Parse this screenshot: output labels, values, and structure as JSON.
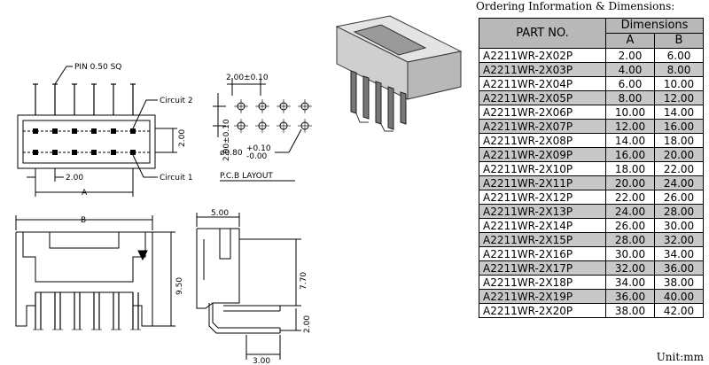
{
  "drawing": {
    "pin_label": "PIN 0.50 SQ",
    "circuit2_label": "Circuit 2",
    "circuit1_label": "Circuit 1",
    "pitch_x": "2.00",
    "pitch_side": "2.00",
    "label_a": "A",
    "label_b": "B",
    "pcb_pitch_h": "2.00±0.10",
    "pcb_pitch_v": "2.00±0.10",
    "hole_dia": "ø0.80",
    "hole_tol_plus": "+0.10",
    "hole_tol_minus": "-0.00",
    "pcb_layout_label": "P.C.B LAYOUT",
    "side_width": "5.00",
    "height_front": "9.50",
    "height_side": "7.70",
    "pin_pitch_side": "2.00",
    "foot_width": "3.00"
  },
  "ordering": {
    "title": "Ordering Information & Dimensions:",
    "col_part": "PART NO.",
    "col_dims": "Dimensions",
    "col_a": "A",
    "col_b": "B",
    "unit": "Unit:mm",
    "rows": [
      {
        "part": "A2211WR-2X02P",
        "a": "2.00",
        "b": "6.00"
      },
      {
        "part": "A2211WR-2X03P",
        "a": "4.00",
        "b": "8.00"
      },
      {
        "part": "A2211WR-2X04P",
        "a": "6.00",
        "b": "10.00"
      },
      {
        "part": "A2211WR-2X05P",
        "a": "8.00",
        "b": "12.00"
      },
      {
        "part": "A2211WR-2X06P",
        "a": "10.00",
        "b": "14.00"
      },
      {
        "part": "A2211WR-2X07P",
        "a": "12.00",
        "b": "16.00"
      },
      {
        "part": "A2211WR-2X08P",
        "a": "14.00",
        "b": "18.00"
      },
      {
        "part": "A2211WR-2X09P",
        "a": "16.00",
        "b": "20.00"
      },
      {
        "part": "A2211WR-2X10P",
        "a": "18.00",
        "b": "22.00"
      },
      {
        "part": "A2211WR-2X11P",
        "a": "20.00",
        "b": "24.00"
      },
      {
        "part": "A2211WR-2X12P",
        "a": "22.00",
        "b": "26.00"
      },
      {
        "part": "A2211WR-2X13P",
        "a": "24.00",
        "b": "28.00"
      },
      {
        "part": "A2211WR-2X14P",
        "a": "26.00",
        "b": "30.00"
      },
      {
        "part": "A2211WR-2X15P",
        "a": "28.00",
        "b": "32.00"
      },
      {
        "part": "A2211WR-2X16P",
        "a": "30.00",
        "b": "34.00"
      },
      {
        "part": "A2211WR-2X17P",
        "a": "32.00",
        "b": "36.00"
      },
      {
        "part": "A2211WR-2X18P",
        "a": "34.00",
        "b": "38.00"
      },
      {
        "part": "A2211WR-2X19P",
        "a": "36.00",
        "b": "40.00"
      },
      {
        "part": "A2211WR-2X20P",
        "a": "38.00",
        "b": "42.00"
      }
    ]
  }
}
